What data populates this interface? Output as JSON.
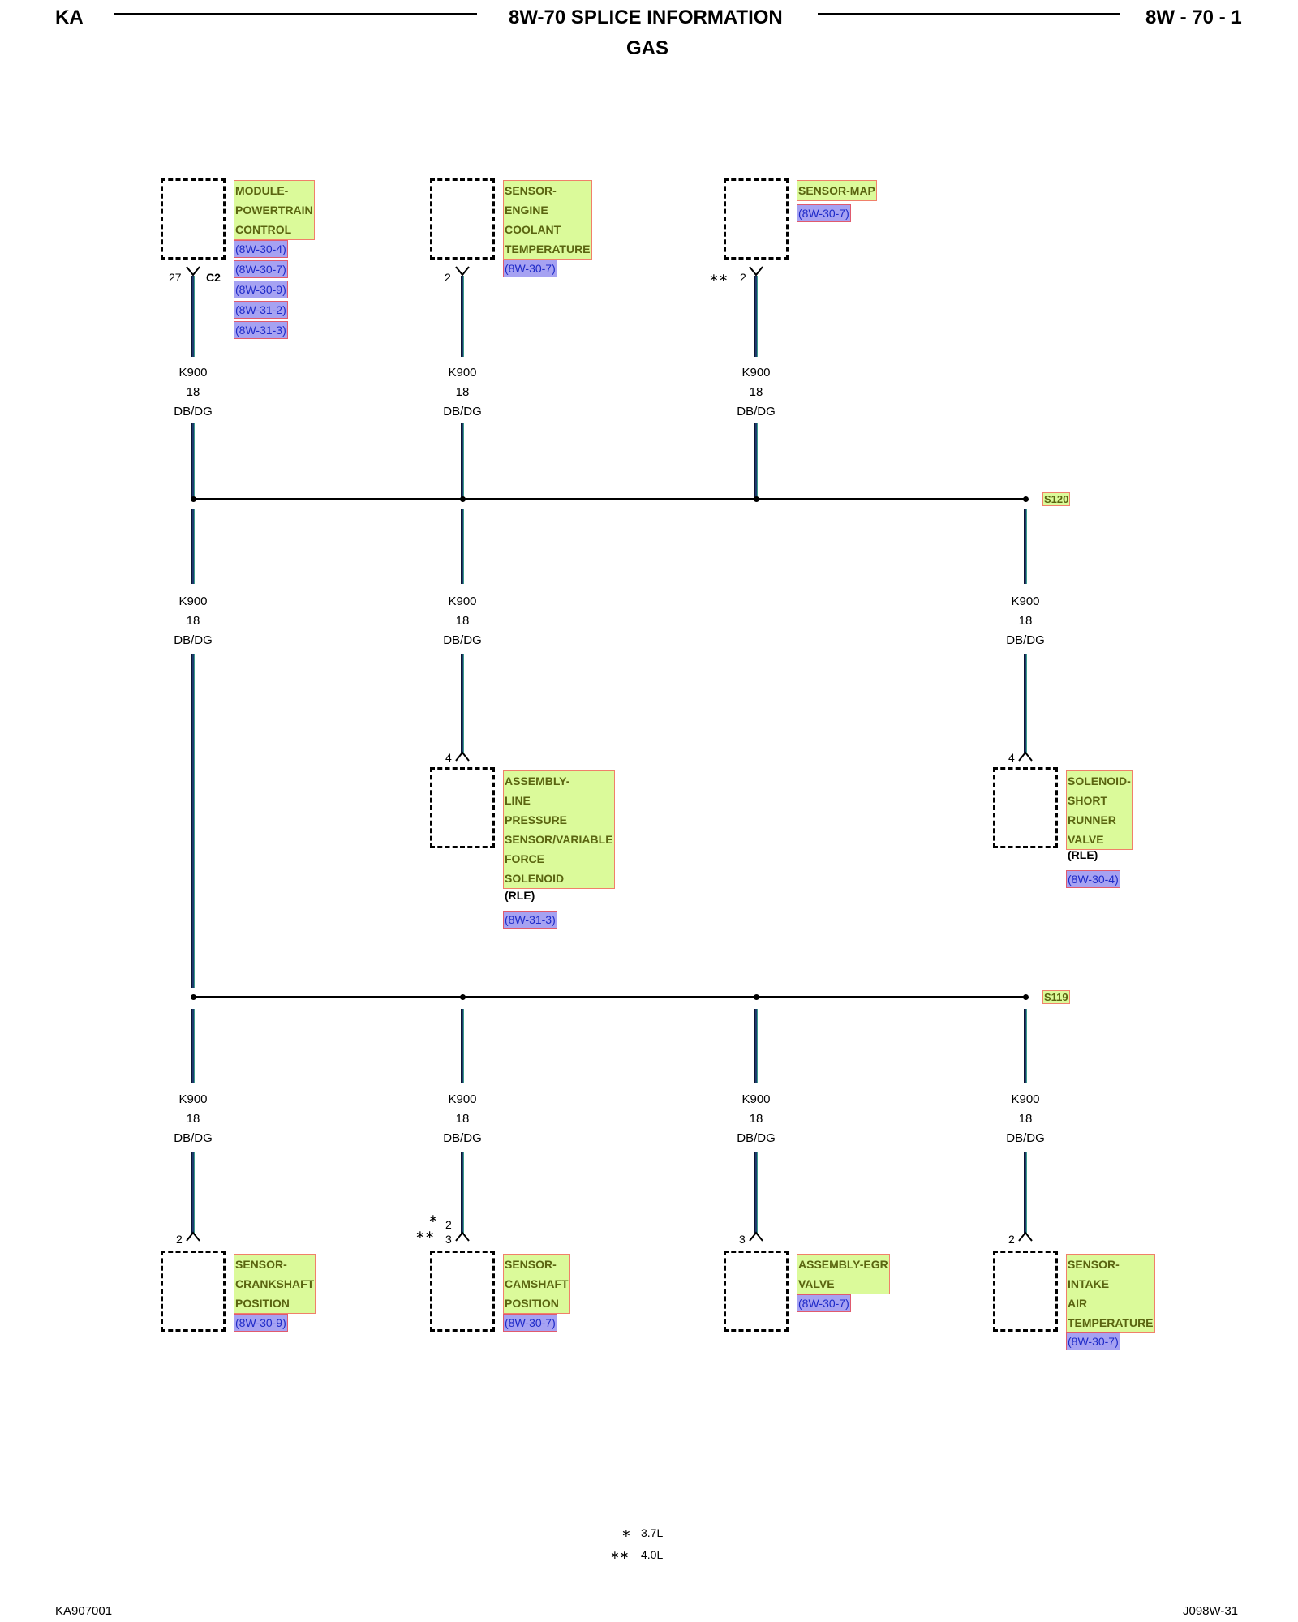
{
  "header": {
    "left": "KA",
    "title": "8W-70 SPLICE INFORMATION",
    "subtitle": "GAS",
    "right": "8W - 70 - 1"
  },
  "footer": {
    "left": "KA907001",
    "right": "J098W-31"
  },
  "wire": {
    "circuit": "K900",
    "gauge": "18",
    "color": "DB/DG"
  },
  "splices": {
    "s120": "S120",
    "s119": "S119"
  },
  "components": {
    "pcm": {
      "name": [
        "MODULE-",
        "POWERTRAIN",
        "CONTROL"
      ],
      "refs": [
        "(8W-30-4)",
        "(8W-30-7)",
        "(8W-30-9)",
        "(8W-31-2)",
        "(8W-31-3)"
      ],
      "pin": "27",
      "connector": "C2"
    },
    "ect": {
      "name": [
        "SENSOR-",
        "ENGINE",
        "COOLANT",
        "TEMPERATURE"
      ],
      "refs": [
        "(8W-30-7)"
      ],
      "pin": "2"
    },
    "map": {
      "name": [
        "SENSOR-MAP"
      ],
      "refs": [
        "(8W-30-7)"
      ],
      "pin": "2",
      "marker": "∗∗"
    },
    "lps": {
      "name": [
        "ASSEMBLY-",
        "LINE",
        "PRESSURE",
        "SENSOR/VARIABLE",
        "FORCE",
        "SOLENOID"
      ],
      "note": "(RLE)",
      "refs": [
        "(8W-31-3)"
      ],
      "pin": "4"
    },
    "srv": {
      "name": [
        "SOLENOID-",
        "SHORT",
        "RUNNER",
        "VALVE"
      ],
      "note": "(RLE)",
      "refs": [
        "(8W-30-4)"
      ],
      "pin": "4"
    },
    "ckp": {
      "name": [
        "SENSOR-",
        "CRANKSHAFT",
        "POSITION"
      ],
      "refs": [
        "(8W-30-9)"
      ],
      "pin": "2"
    },
    "cmp": {
      "name": [
        "SENSOR-",
        "CAMSHAFT",
        "POSITION"
      ],
      "refs": [
        "(8W-30-7)"
      ],
      "pin_a": "2",
      "pin_b": "3",
      "marker_a": "∗",
      "marker_b": "∗∗"
    },
    "egr": {
      "name": [
        "ASSEMBLY-EGR",
        "VALVE"
      ],
      "refs": [
        "(8W-30-7)"
      ],
      "pin": "3"
    },
    "iat": {
      "name": [
        "SENSOR-",
        "INTAKE",
        "AIR",
        "TEMPERATURE"
      ],
      "refs": [
        "(8W-30-7)"
      ],
      "pin": "2"
    }
  },
  "legend": [
    {
      "symbol": "∗",
      "text": "3.7L"
    },
    {
      "symbol": "∗∗",
      "text": "4.0L"
    }
  ]
}
